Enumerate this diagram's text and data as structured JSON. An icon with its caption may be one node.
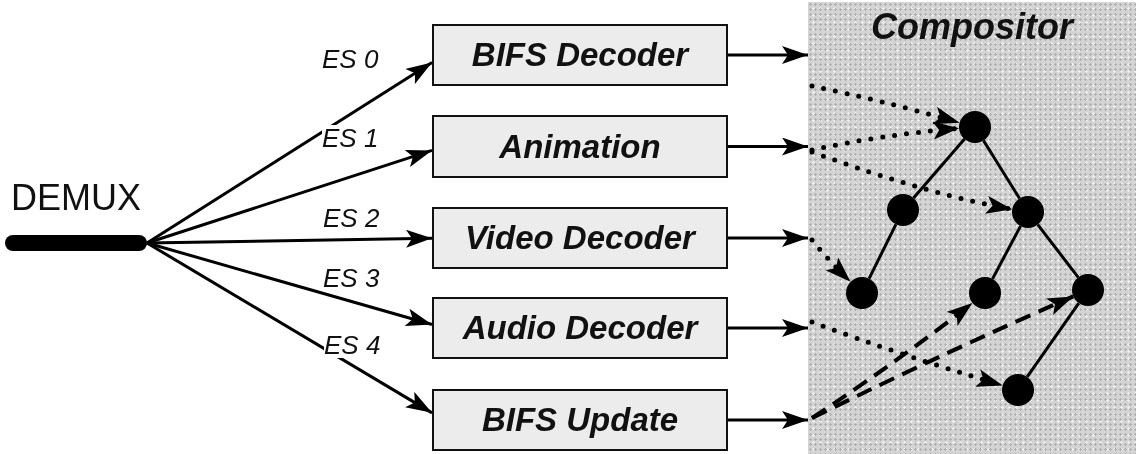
{
  "diagram": {
    "nodes": [
      {
        "text": [
          "DEMUX"
        ]
      },
      {
        "text": [
          "BIFS Decoder"
        ]
      },
      {
        "text": [
          "Animation"
        ]
      },
      {
        "text": [
          "Video Decoder"
        ]
      },
      {
        "text": [
          "Audio Decoder"
        ]
      },
      {
        "text": [
          "BIFS Update"
        ]
      },
      {
        "text": [
          "Compositor"
        ]
      },
      {
        "text": [],
        "shape": "circle",
        "in": 6
      },
      {
        "text": [],
        "shape": "circle",
        "in": 6
      },
      {
        "text": [],
        "shape": "circle",
        "in": 6
      },
      {
        "text": [],
        "shape": "circle",
        "in": 6
      },
      {
        "text": [],
        "shape": "circle",
        "in": 6
      },
      {
        "text": [],
        "shape": "circle",
        "in": 6
      },
      {
        "text": [],
        "shape": "circle",
        "in": 6
      }
    ],
    "edges": [
      {
        "from": 0,
        "to": 1,
        "arrow": "to",
        "label": "ES 0"
      },
      {
        "from": 0,
        "to": 2,
        "arrow": "to",
        "label": "ES 1"
      },
      {
        "from": 0,
        "to": 3,
        "arrow": "to",
        "label": "ES 2"
      },
      {
        "from": 0,
        "to": 4,
        "arrow": "to",
        "label": "ES 3"
      },
      {
        "from": 0,
        "to": 5,
        "arrow": "to",
        "label": "ES 4"
      },
      {
        "from": 1,
        "to": 6,
        "arrow": "to"
      },
      {
        "from": 2,
        "to": 6,
        "arrow": "to"
      },
      {
        "from": 3,
        "to": 6,
        "arrow": "to"
      },
      {
        "from": 4,
        "to": 6,
        "arrow": "to"
      },
      {
        "from": 5,
        "to": 6,
        "arrow": "to"
      },
      {
        "from": 7,
        "to": 8,
        "arrow": "none"
      },
      {
        "from": 7,
        "to": 9,
        "arrow": "none"
      },
      {
        "from": 8,
        "to": 10,
        "arrow": "none"
      },
      {
        "from": 9,
        "to": 11,
        "arrow": "none"
      },
      {
        "from": 9,
        "to": 12,
        "arrow": "none"
      },
      {
        "from": 12,
        "to": 13,
        "arrow": "none"
      },
      {
        "from": null,
        "to": 7,
        "arrow": "to",
        "style": "dashed"
      },
      {
        "from": null,
        "to": 7,
        "arrow": "to",
        "style": "dashed"
      },
      {
        "from": null,
        "to": 9,
        "arrow": "to",
        "style": "dashed"
      },
      {
        "from": null,
        "to": 10,
        "arrow": "to",
        "style": "dashed"
      },
      {
        "from": null,
        "to": 13,
        "arrow": "to",
        "style": "dashed"
      },
      {
        "from": null,
        "to": 11,
        "arrow": "to",
        "style": "dashed"
      },
      {
        "from": null,
        "to": 12,
        "arrow": "to",
        "style": "dashed"
      }
    ]
  }
}
